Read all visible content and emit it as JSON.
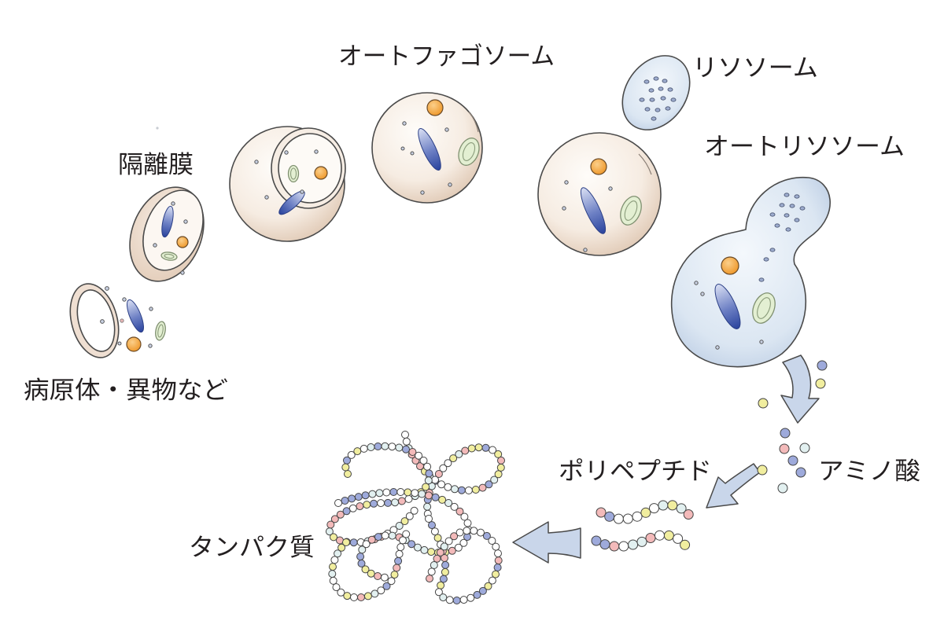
{
  "labels": {
    "autophagosome": "オートファゴソーム",
    "lysosome": "リソソーム",
    "autolysosome": "オートリソソーム",
    "isolation_membrane": "隔離膜",
    "pathogens": "病原体・異物など",
    "polypeptide": "ポリペプチド",
    "amino_acids": "アミノ酸",
    "protein": "タンパク質"
  },
  "colors": {
    "orange_organelle": "#f4a340",
    "green_organelle": "#e3efd2",
    "arrow_fill": "#c9d6ea",
    "bead_palette": [
      "#ffffff",
      "#e2f0f0",
      "#f3baba",
      "#f1ee9f",
      "#9eaadb"
    ],
    "amino_acid_blue": "#9eaadb",
    "amino_acid_yellow": "#f1ee9f",
    "amino_acid_pink": "#f3baba",
    "amino_acid_light": "#e2f0f0"
  }
}
